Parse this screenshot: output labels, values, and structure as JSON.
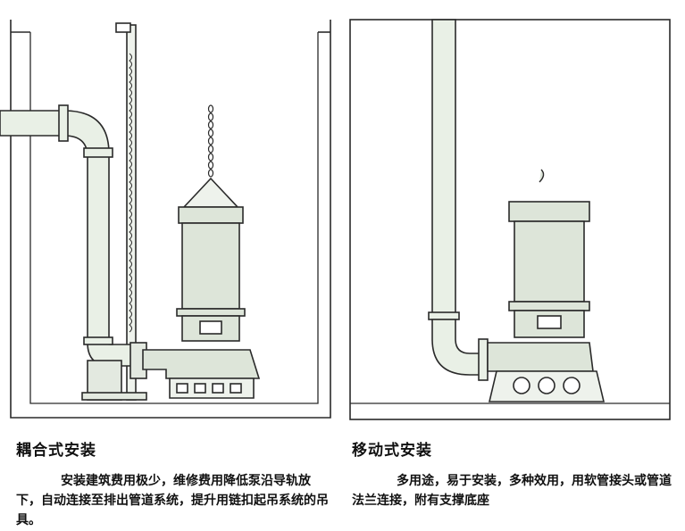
{
  "left_panel": {
    "title": "耦合式安装",
    "description": "安装建筑费用极少，维修费用降低泵沿导轨放下，自动连接至排出管道系统，提升用链扣起吊系统的吊具。"
  },
  "right_panel": {
    "title": "移动式安装",
    "description": "多用途，易于安装，多种效用，用软管接头或管道法兰连接，附有支撑底座"
  },
  "colors": {
    "line": "#2a2a2a",
    "pipe_fill": "#e9f0e6",
    "pump_fill": "#dde5d9",
    "wall_fill": "#f4f5f4"
  }
}
